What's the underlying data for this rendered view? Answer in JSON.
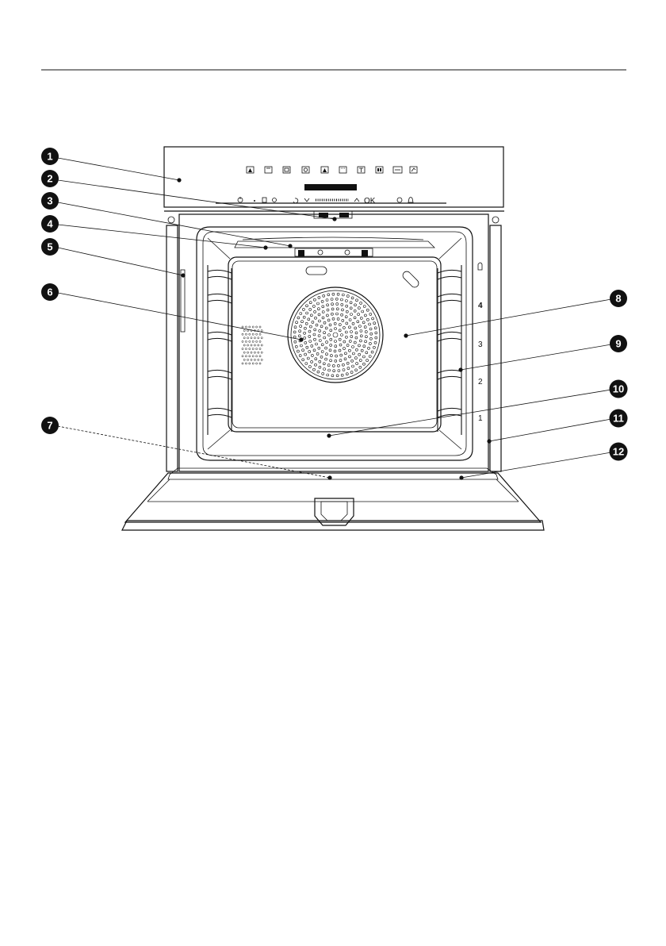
{
  "callouts": [
    {
      "number": "1"
    },
    {
      "number": "2"
    },
    {
      "number": "3"
    },
    {
      "number": "4"
    },
    {
      "number": "5"
    },
    {
      "number": "6"
    },
    {
      "number": "7"
    },
    {
      "number": "8"
    },
    {
      "number": "9"
    },
    {
      "number": "10"
    },
    {
      "number": "11"
    },
    {
      "number": "12"
    }
  ],
  "shelf_levels": [
    "1",
    "2",
    "3",
    "4"
  ],
  "colors": {
    "line": "#111111",
    "callout_fill": "#111111",
    "background": "#ffffff",
    "display": "#111111"
  },
  "icons": [
    "control-panel-mode-icons",
    "power-icon",
    "timer-icon",
    "fan-heater-icon",
    "door-lock-icon"
  ]
}
